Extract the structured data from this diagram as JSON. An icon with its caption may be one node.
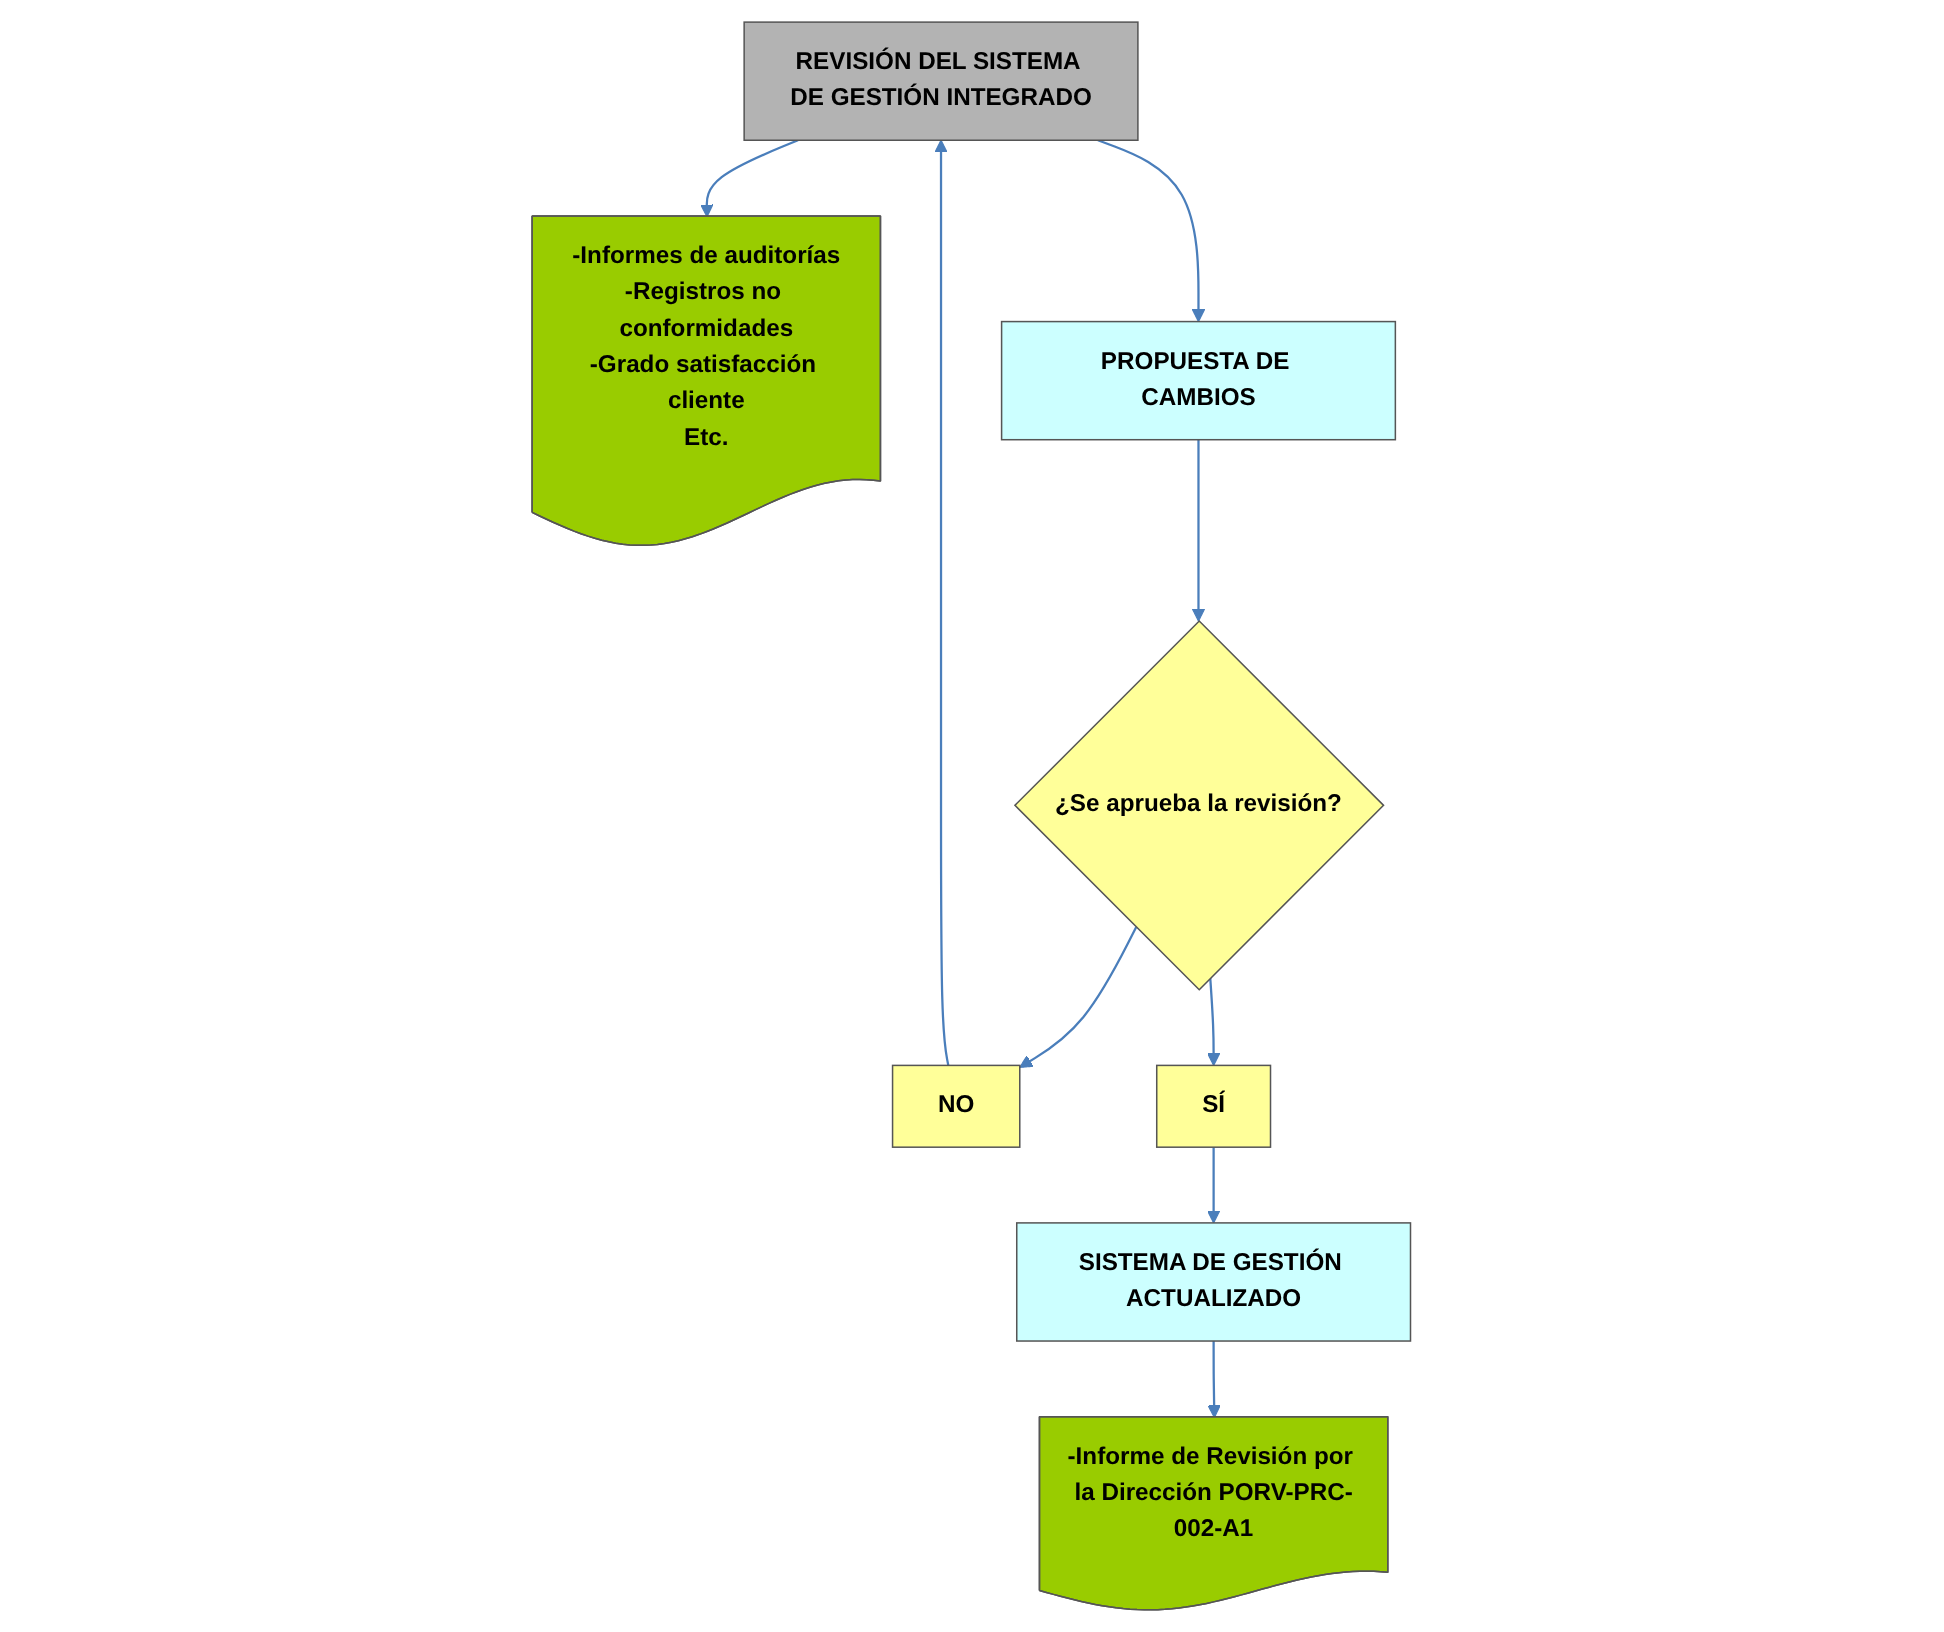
{
  "diagram": {
    "nodes": [
      {
        "text": [
          "REVISIÓN DEL SISTEMA DE GESTIÓN INTEGRADO"
        ]
      },
      {
        "text": [
          "-Informes de auditorías",
          "-Registros no conformidades",
          "-Grado satisfacción cliente",
          "Etc."
        ]
      },
      {
        "text": [
          "PROPUESTA DE CAMBIOS"
        ]
      },
      {
        "text": [
          "¿Se aprueba la revisión?"
        ]
      },
      {
        "text": [
          "NO"
        ]
      },
      {
        "text": [
          "SÍ"
        ]
      },
      {
        "text": [
          "SISTEMA DE GESTIÓN ACTUALIZADO"
        ]
      },
      {
        "text": [
          "-Informe de Revisión por la Dirección PORV-PRC-002-A1"
        ]
      }
    ],
    "edges": [
      {
        "from": 0,
        "to": 1,
        "arrow": "to"
      },
      {
        "from": 0,
        "to": 2,
        "arrow": "to"
      },
      {
        "from": 2,
        "to": 3,
        "arrow": "to"
      },
      {
        "from": 3,
        "to": 4,
        "arrow": "to"
      },
      {
        "from": 4,
        "to": 0,
        "arrow": "to"
      },
      {
        "from": 3,
        "to": 5,
        "arrow": "to"
      },
      {
        "from": 5,
        "to": 6,
        "arrow": "to"
      },
      {
        "from": 6,
        "to": 7,
        "arrow": "to"
      }
    ]
  }
}
